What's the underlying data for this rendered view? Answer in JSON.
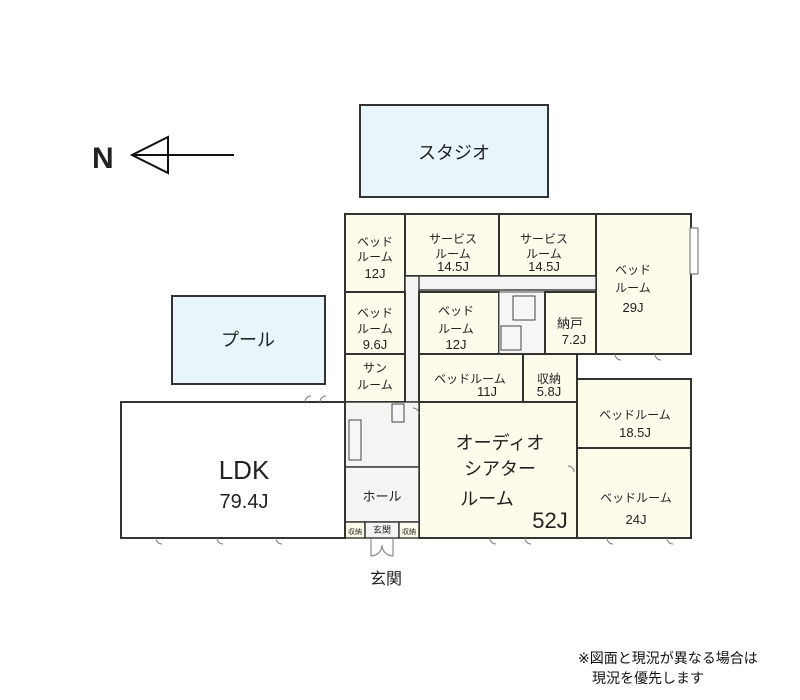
{
  "compass": {
    "label": "N"
  },
  "exterior": {
    "studio": "スタジオ",
    "pool": "プール"
  },
  "rooms": {
    "bed_12_a": {
      "name1": "ベッド",
      "name2": "ルーム",
      "size": "12J"
    },
    "service_1": {
      "name1": "サービス",
      "name2": "ルーム",
      "size": "14.5J"
    },
    "service_2": {
      "name1": "サービス",
      "name2": "ルーム",
      "size": "14.5J"
    },
    "bed_29": {
      "name1": "ベッド",
      "name2": "ルーム",
      "size": "29J"
    },
    "bed_96": {
      "name1": "ベッド",
      "name2": "ルーム",
      "size": "9.6J"
    },
    "bed_12_b": {
      "name1": "ベッド",
      "name2": "ルーム",
      "size": "12J"
    },
    "nando": {
      "name": "納戸",
      "size": "7.2J"
    },
    "sun": {
      "name1": "サン",
      "name2": "ルーム"
    },
    "bed_11": {
      "name": "ベッドルーム",
      "size": "11J"
    },
    "storage_58": {
      "name": "収納",
      "size": "5.8J"
    },
    "bed_185": {
      "name": "ベッドルーム",
      "size": "18.5J"
    },
    "bed_24": {
      "name": "ベッドルーム",
      "size": "24J"
    },
    "theater": {
      "name1": "オーディオ",
      "name2": "シアター",
      "name3": "ルーム",
      "size": "52J"
    },
    "ldk": {
      "name": "LDK",
      "size": "79.4J"
    },
    "hall": {
      "name": "ホール"
    },
    "storage_small_l": {
      "name": "収納"
    },
    "genkan_small": {
      "name": "玄関"
    },
    "storage_small_r": {
      "name": "収納"
    }
  },
  "entrance_label": "玄関",
  "disclaimer": {
    "line1": "※図面と現況が異なる場合は",
    "line2": "現況を優先します"
  }
}
